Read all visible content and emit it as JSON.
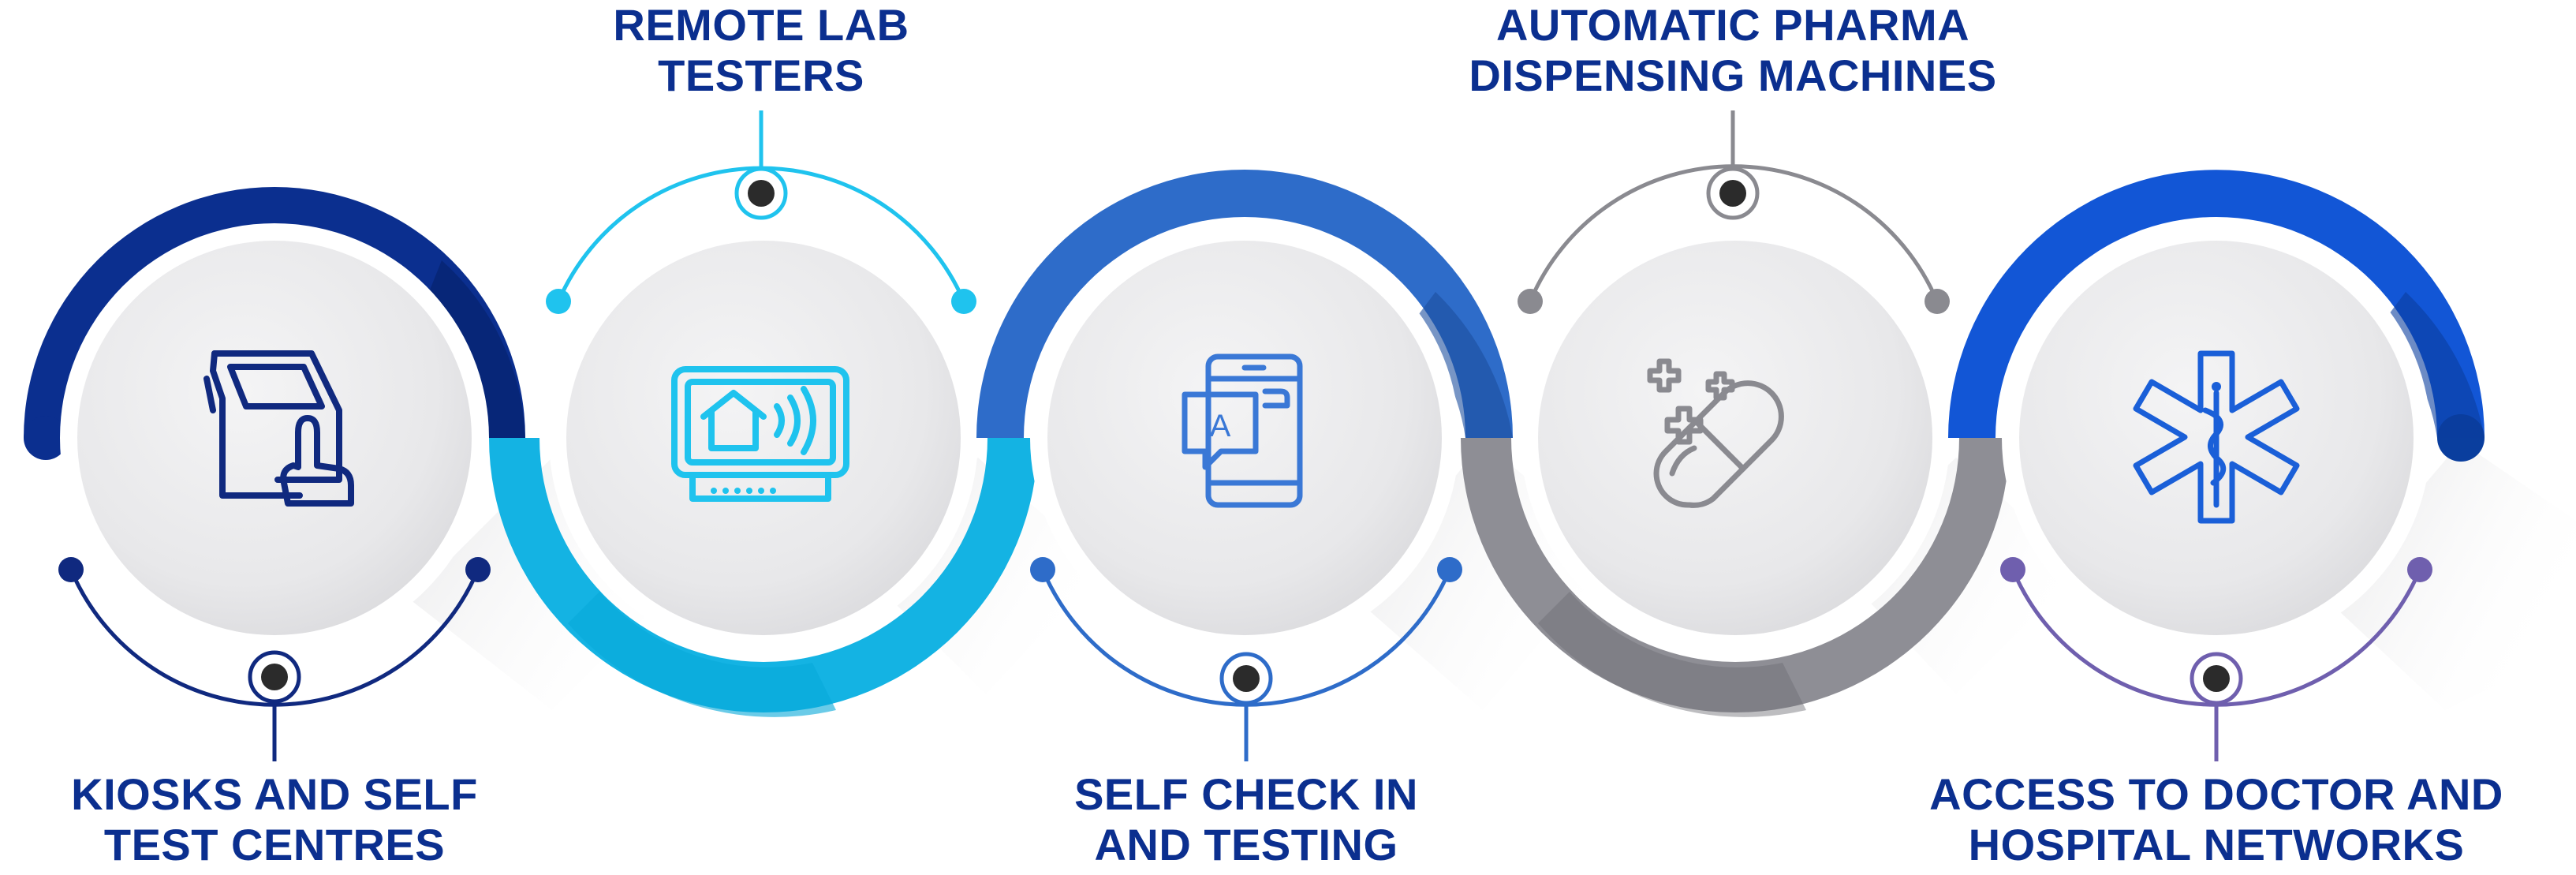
{
  "steps": [
    {
      "line1": "KIOSKS AND SELF",
      "line2": "TEST CENTRES",
      "icon": "kiosk-touch-icon",
      "colors": {
        "band": "#0b2f8f",
        "band_dark": "#061f66",
        "accent": "#10297f",
        "icon": "#10297f"
      }
    },
    {
      "line1": "REMOTE LAB",
      "line2": "TESTERS",
      "icon": "remote-home-signal-icon",
      "colors": {
        "band": "#14b3e3",
        "band_dark": "#0a86ad",
        "accent": "#1fc3ee",
        "icon": "#1fc3ee"
      }
    },
    {
      "line1": "SELF CHECK IN",
      "line2": "AND TESTING",
      "icon": "phone-chat-icon",
      "colors": {
        "band": "#2e6cc9",
        "band_dark": "#1d4e9e",
        "accent": "#2e6cc9",
        "icon": "#3a78d6"
      }
    },
    {
      "line1": "AUTOMATIC PHARMA",
      "line2": "DISPENSING MACHINES",
      "icon": "pill-capsule-icon",
      "colors": {
        "band": "#8e8e95",
        "band_dark": "#6c6c73",
        "accent": "#8a8a90",
        "icon": "#8a8a90"
      }
    },
    {
      "line1": "ACCESS TO DOCTOR AND",
      "line2": "HOSPITAL NETWORKS",
      "icon": "star-of-life-icon",
      "colors": {
        "band": "#1256d6",
        "band_dark": "#0a3e9e",
        "accent": "#6f5fae",
        "icon": "#1a5fd8"
      }
    }
  ]
}
